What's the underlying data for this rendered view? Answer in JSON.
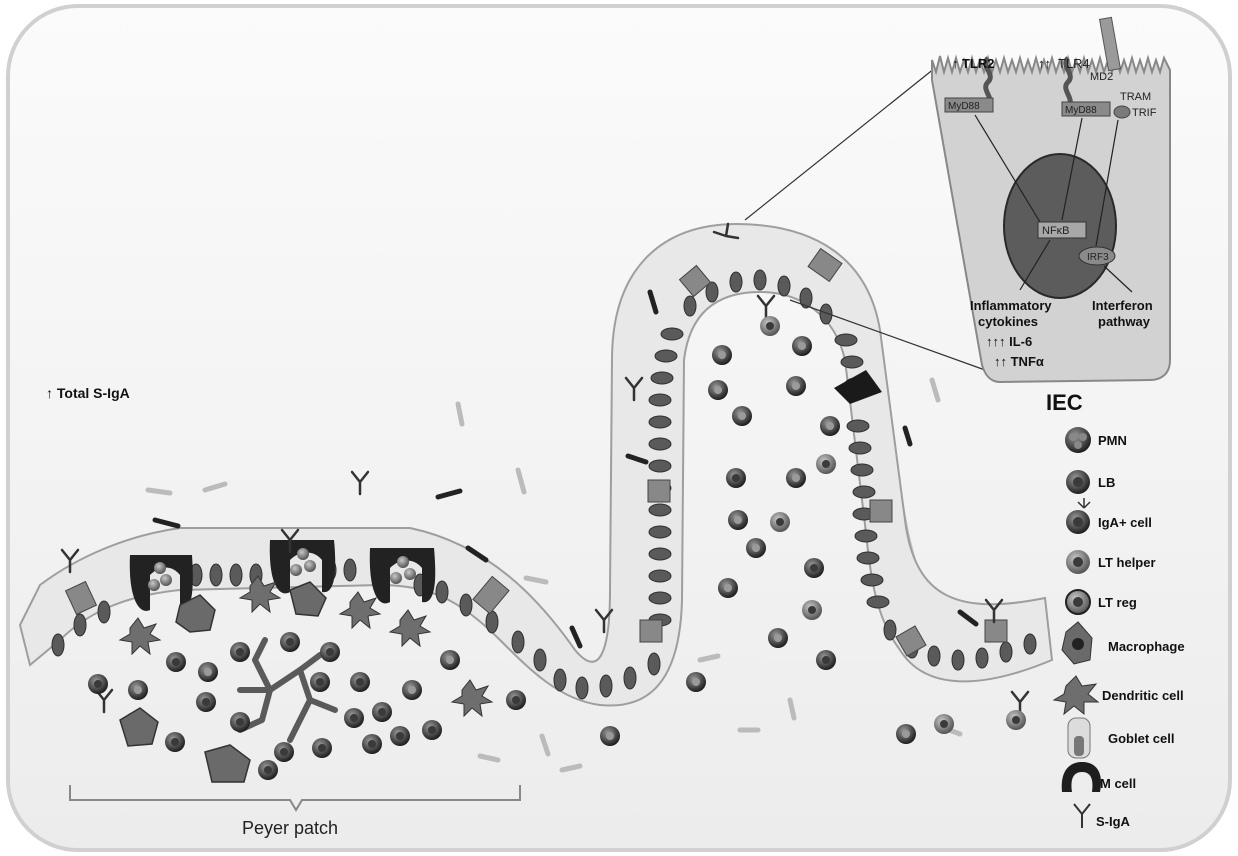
{
  "figure": {
    "total_siga": "↑ Total S-IgA",
    "peyer_patch": "Peyer patch",
    "iec": "IEC"
  },
  "inset": {
    "tlr2": "TLR2",
    "tlr2_arrow": "↑",
    "tlr4": "TLR4",
    "tlr4_arrow": "↑↑",
    "md2": "MD2",
    "myd88_left": "MyD88",
    "myd88_right": "MyD88",
    "tram": "TRAM",
    "trif": "TRIF",
    "nfkb": "NFκB",
    "irf3": "IRF3",
    "inflammatory_1": "Inflammatory",
    "inflammatory_2": "cytokines",
    "il6": "↑↑↑ IL-6",
    "tnfa": "↑↑ TNFα",
    "interferon_1": "Interferon",
    "interferon_2": "pathway"
  },
  "legend": [
    {
      "icon": "pmn-icon",
      "label": "PMN"
    },
    {
      "icon": "lb-icon",
      "label": "LB"
    },
    {
      "icon": "iga-cell-icon",
      "label": "IgA+ cell"
    },
    {
      "icon": "lt-helper-icon",
      "label": "LT helper"
    },
    {
      "icon": "lt-reg-icon",
      "label": "LT reg"
    },
    {
      "icon": "macrophage-icon",
      "label": "Macrophage"
    },
    {
      "icon": "dendritic-cell-icon",
      "label": "Dendritic cell"
    },
    {
      "icon": "goblet-cell-icon",
      "label": "Goblet cell"
    },
    {
      "icon": "m-cell-icon",
      "label": "M cell"
    },
    {
      "icon": "s-iga-icon",
      "label": "S-IgA"
    }
  ],
  "colors": {
    "background": "#f4f4f4",
    "frame": "#d4d4d4",
    "epithelium": "#e6e6e6",
    "nucleus": "#5a5a5a",
    "inset_cell": "#d0d0d0",
    "inset_nucleus": "#5c5c5c",
    "text": "#111111"
  }
}
